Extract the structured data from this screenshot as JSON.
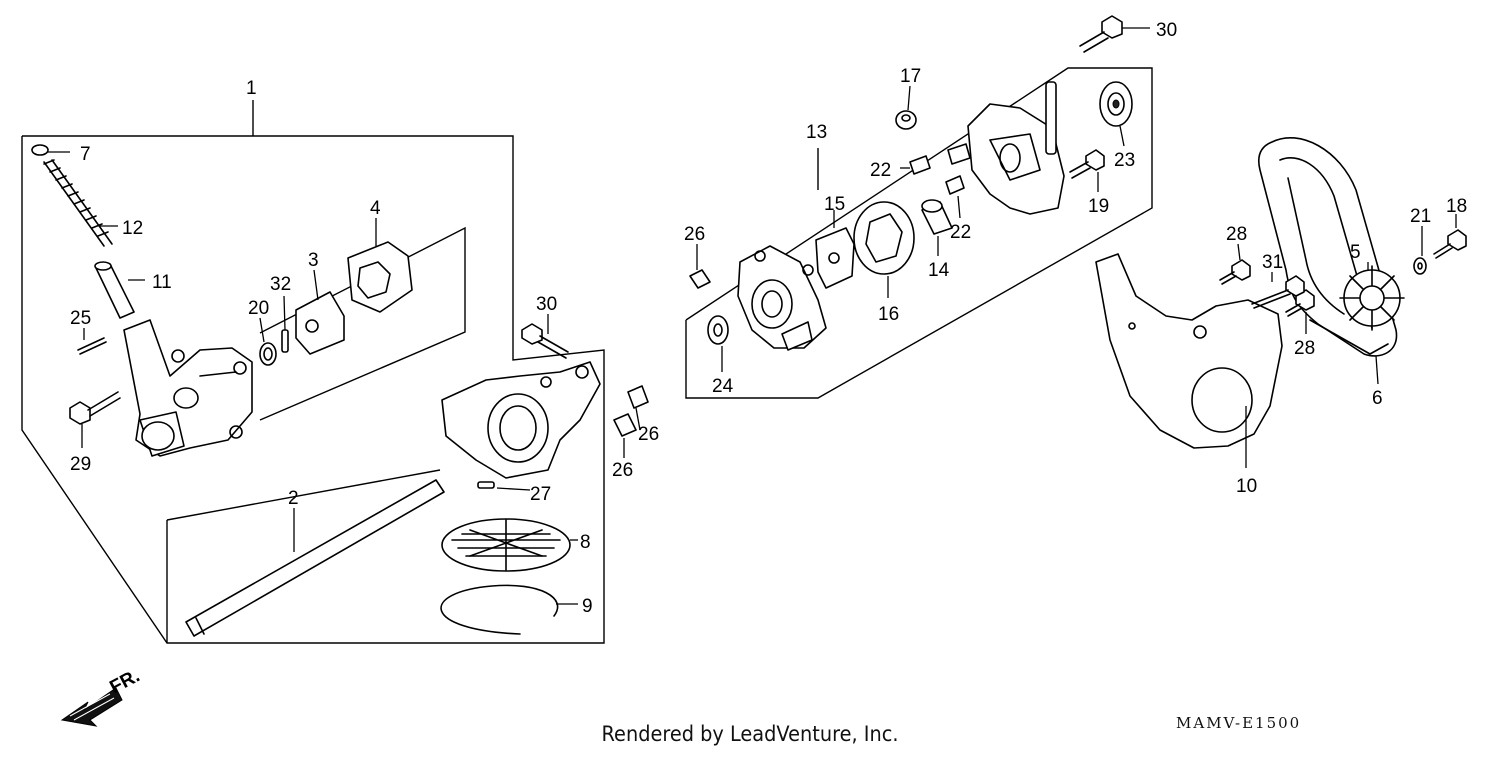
{
  "callouts": {
    "c1": "1",
    "c2": "2",
    "c3": "3",
    "c4": "4",
    "c5": "5",
    "c6": "6",
    "c7": "7",
    "c8": "8",
    "c9": "9",
    "c10": "10",
    "c11": "11",
    "c12": "12",
    "c13": "13",
    "c14": "14",
    "c15": "15",
    "c16": "16",
    "c17": "17",
    "c18": "18",
    "c19": "19",
    "c20": "20",
    "c21": "21",
    "c22a": "22",
    "c22b": "22",
    "c23": "23",
    "c24": "24",
    "c25": "25",
    "c26a": "26",
    "c26b": "26",
    "c26c": "26",
    "c27": "27",
    "c28a": "28",
    "c28b": "28",
    "c29": "29",
    "c30a": "30",
    "c30b": "30",
    "c31": "31",
    "c32": "32"
  },
  "direction_arrow_label": "FR.",
  "footer_credit": "Rendered by LeadVenture, Inc.",
  "drawing_code": "MAMV-E1500"
}
